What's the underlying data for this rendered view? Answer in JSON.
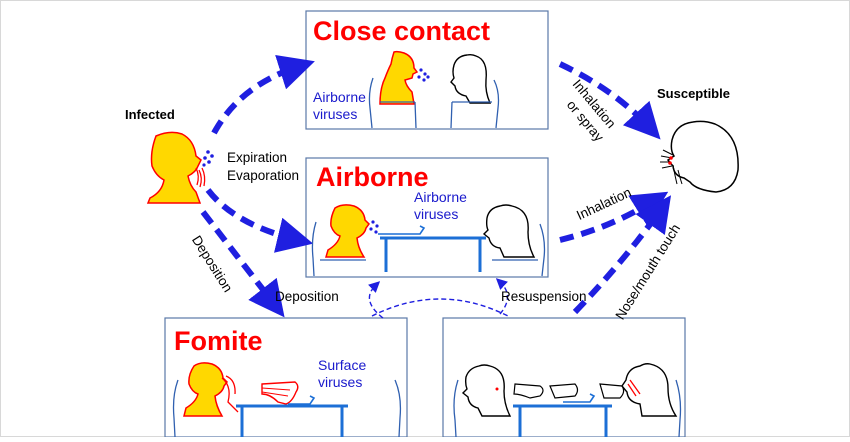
{
  "colors": {
    "arrow": "#1f1fe0",
    "title": "#ff0000",
    "virus_text": "#1a1acc",
    "face": "#ffd800",
    "face_outline": "#ff0000",
    "table": "#1c6fd6",
    "box_border": "#5a78a8"
  },
  "nodes": {
    "infected": "Infected",
    "susceptible": "Susceptible"
  },
  "boxes": {
    "close_contact": {
      "title": "Close contact",
      "virus_label_1": "Airborne",
      "virus_label_2": "viruses"
    },
    "airborne": {
      "title": "Airborne",
      "virus_label_1": "Airborne",
      "virus_label_2": "viruses"
    },
    "fomite": {
      "title": "Fomite",
      "virus_label_1": "Surface",
      "virus_label_2": "viruses"
    }
  },
  "arrows": {
    "expiration": "Expiration",
    "evaporation": "Evaporation",
    "deposition_diag": "Deposition",
    "deposition": "Deposition",
    "resuspension": "Resuspension",
    "inhalation_or_spray_1": "Inhalation",
    "inhalation_or_spray_2": "or spray",
    "inhalation": "Inhalation",
    "nose_mouth_touch": "Nose/mouth touch"
  }
}
